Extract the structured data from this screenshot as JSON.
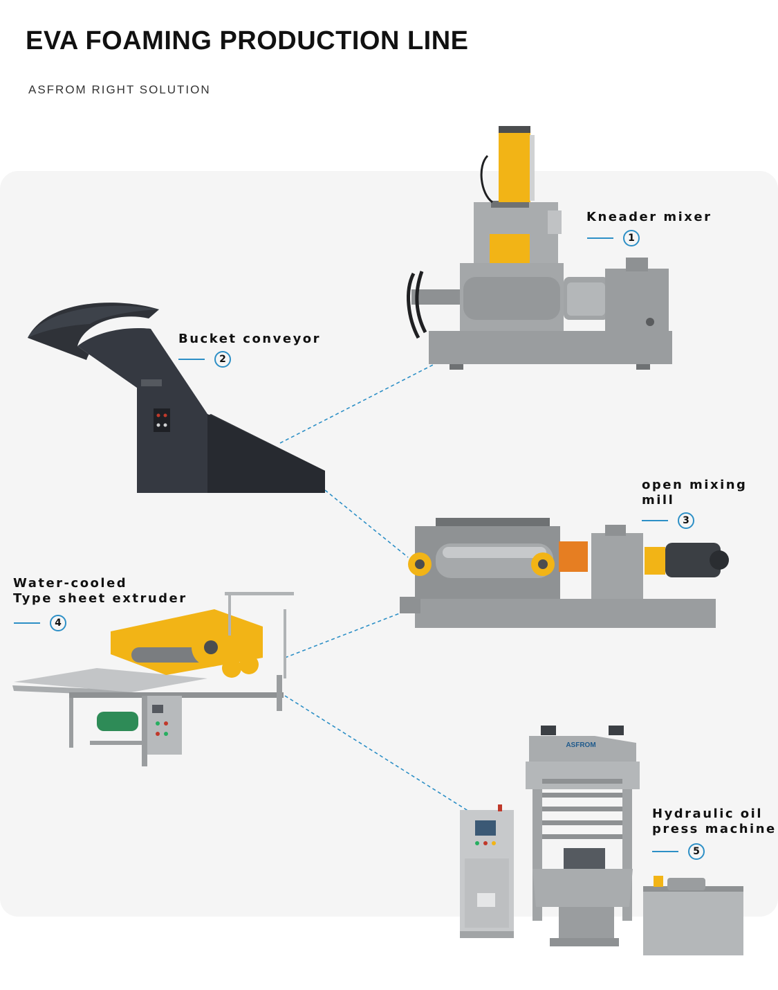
{
  "header": {
    "title": "EVA FOAMING PRODUCTION LINE",
    "subtitle": "ASFROM RIGHT SOLUTION"
  },
  "colors": {
    "accent": "#2c8fc6",
    "machine_gray": "#9da0a2",
    "machine_yellow": "#f2b416",
    "conveyor_dark": "#2f3238",
    "panel_bg": "#f5f5f5"
  },
  "machines": [
    {
      "number": "1",
      "label": "Kneader mixer"
    },
    {
      "number": "2",
      "label": "Bucket conveyor"
    },
    {
      "number": "3",
      "label_line1": "open mixing",
      "label_line2": "mill"
    },
    {
      "number": "4",
      "label_line1": "Water-cooled",
      "label_line2": "Type sheet extruder"
    },
    {
      "number": "5",
      "label_line1": "Hydraulic oil",
      "label_line2": "press machine"
    }
  ],
  "press_brand": "ASFROM"
}
